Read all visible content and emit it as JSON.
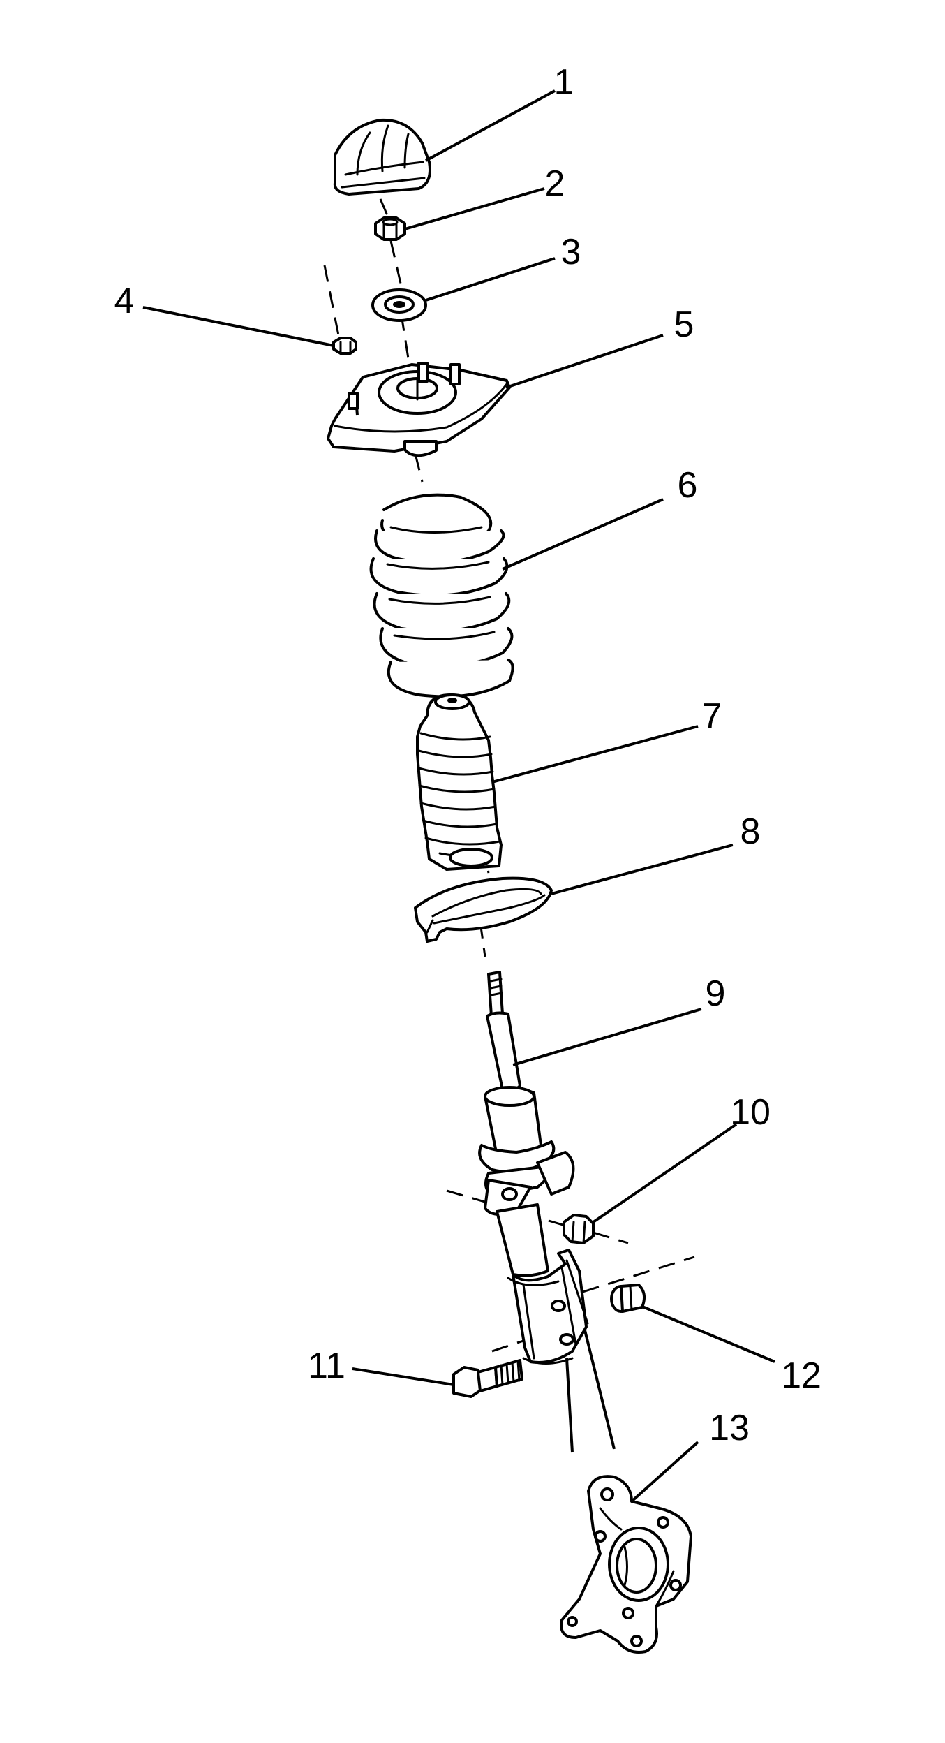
{
  "callouts": [
    "1",
    "2",
    "3",
    "4",
    "5",
    "6",
    "7",
    "8",
    "9",
    "10",
    "11",
    "12",
    "13"
  ],
  "parts": [
    {
      "number": "1",
      "icon": "strut-mount-cap"
    },
    {
      "number": "2",
      "icon": "strut-rod-nut"
    },
    {
      "number": "3",
      "icon": "strut-mount-washer"
    },
    {
      "number": "4",
      "icon": "strut-mount-nut"
    },
    {
      "number": "5",
      "icon": "strut-mount"
    },
    {
      "number": "6",
      "icon": "coil-spring"
    },
    {
      "number": "7",
      "icon": "strut-dust-boot"
    },
    {
      "number": "8",
      "icon": "spring-lower-insulator"
    },
    {
      "number": "9",
      "icon": "strut-assembly"
    },
    {
      "number": "10",
      "icon": "stabilizer-link-nut"
    },
    {
      "number": "11",
      "icon": "strut-to-knuckle-bolt"
    },
    {
      "number": "12",
      "icon": "strut-to-knuckle-nut"
    },
    {
      "number": "13",
      "icon": "steering-knuckle"
    }
  ]
}
